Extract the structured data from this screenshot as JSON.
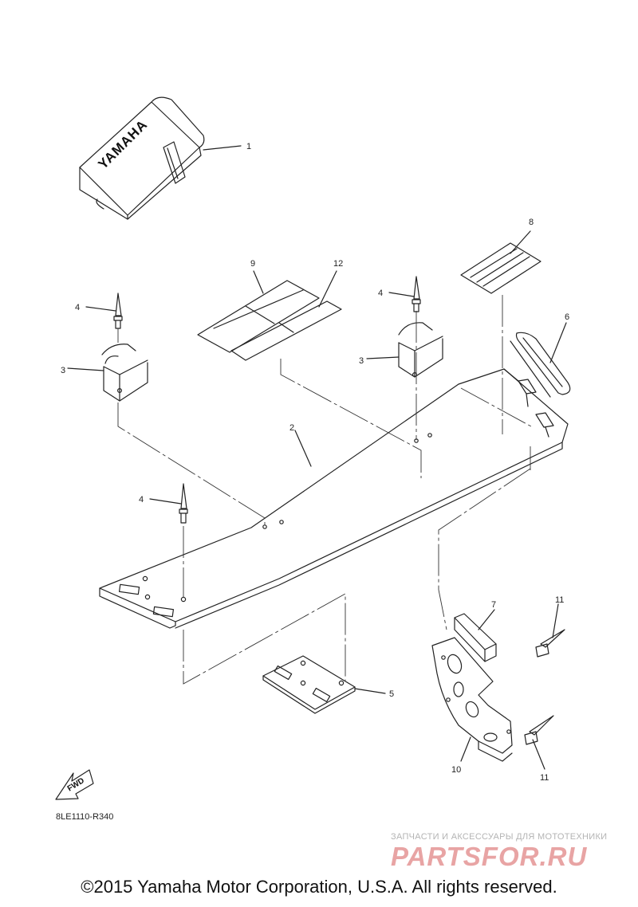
{
  "diagram": {
    "callouts": {
      "c1": "1",
      "c2": "2",
      "c3a": "3",
      "c3b": "3",
      "c4a": "4",
      "c4b": "4",
      "c4c": "4",
      "c5": "5",
      "c6": "6",
      "c7": "7",
      "c8": "8",
      "c9": "9",
      "c10": "10",
      "c11a": "11",
      "c11b": "11",
      "c12": "12"
    },
    "case_label": "YAMAHA",
    "fwd_label": "FWD",
    "part_code": "8LE1110-R340"
  },
  "watermark": {
    "tagline": "ЗАПЧАСТИ И АКСЕССУАРЫ ДЛЯ МОТОТЕХНИКИ",
    "logo_text": "PARTSFOR.RU",
    "color": "#e8a4a4"
  },
  "footer": {
    "copyright": "©2015 Yamaha Motor Corporation, U.S.A. All rights reserved."
  }
}
